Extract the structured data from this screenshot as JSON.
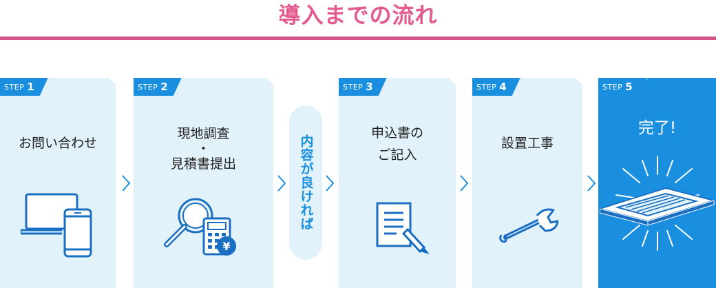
{
  "title": "導入までの流れ",
  "steps": [
    {
      "word": "STEP",
      "num": "1",
      "label": "お問い合わせ",
      "icon": "devices-icon"
    },
    {
      "word": "STEP",
      "num": "2",
      "label": "現地調査\n・\n見積書提出",
      "icon": "magnifier-calculator-icon"
    },
    {
      "word": "STEP",
      "num": "3",
      "label": "申込書の\nご記入",
      "icon": "document-pen-icon"
    },
    {
      "word": "STEP",
      "num": "4",
      "label": "設置工事",
      "icon": "wrench-icon"
    },
    {
      "word": "STEP",
      "num": "5",
      "label": "完了!",
      "icon": "air-conditioner-icon"
    }
  ],
  "condition": "内容が良ければ",
  "colors": {
    "accent": "#1a8fe0",
    "title": "#e35a8f",
    "card_bg": "#e2f2fb",
    "rule": "#d4538a"
  }
}
